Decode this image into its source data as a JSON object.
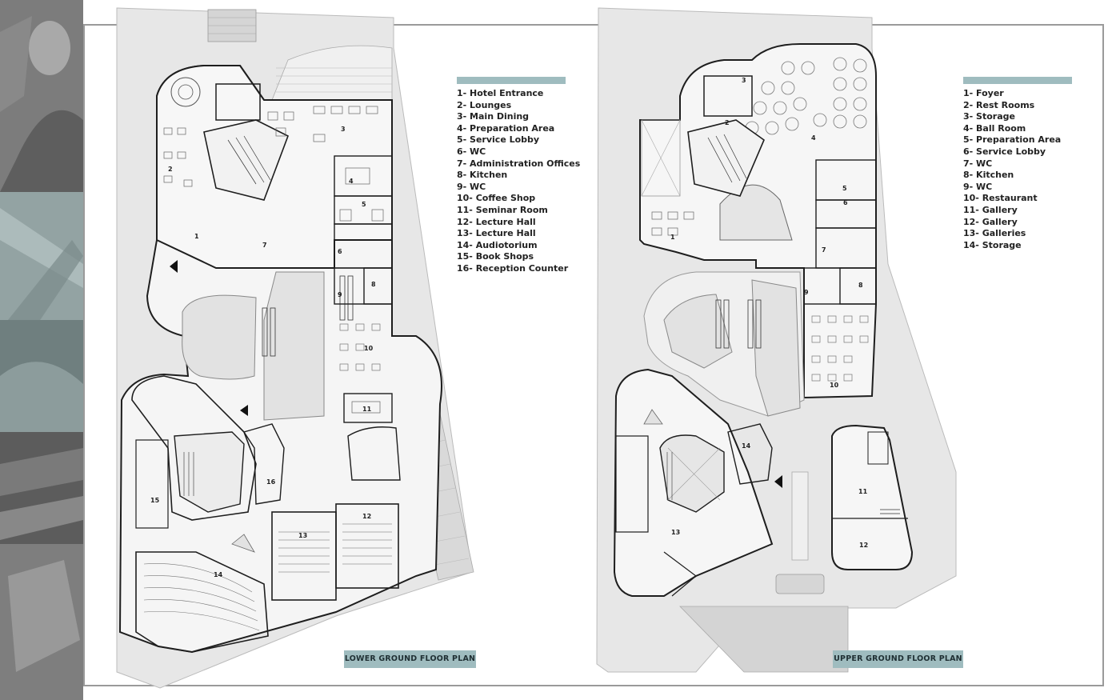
{
  "lower_plan": {
    "title": "LOWER GROUND FLOOR PLAN",
    "legend": [
      "1- Hotel Entrance",
      "2- Lounges",
      "3- Main Dining",
      "4- Preparation Area",
      "5- Service Lobby",
      "6- WC",
      "7- Administration Offices",
      "8- Kitchen",
      "9- WC",
      "10- Coffee Shop",
      "11- Seminar Room",
      "12- Lecture Hall",
      "13- Lecture Hall",
      "14- Audiotorium",
      "15- Book Shops",
      "16- Reception Counter"
    ],
    "room_numbers": [
      "1",
      "2",
      "3",
      "4",
      "5",
      "6",
      "7",
      "8",
      "9",
      "10",
      "11",
      "12",
      "13",
      "14",
      "15",
      "16"
    ]
  },
  "upper_plan": {
    "title": "UPPER GROUND FLOOR PLAN",
    "legend": [
      "1- Foyer",
      "2- Rest Rooms",
      "3- Storage",
      "4- Ball Room",
      "5- Preparation Area",
      "6- Service Lobby",
      "7- WC",
      "8- Kitchen",
      "9- WC",
      "10- Restaurant",
      "11- Gallery",
      "12- Gallery",
      "13- Galleries",
      "14- Storage"
    ],
    "room_numbers": [
      "1",
      "2",
      "3",
      "4",
      "5",
      "6",
      "7",
      "8",
      "9",
      "10",
      "11",
      "12",
      "13",
      "14"
    ]
  },
  "colors": {
    "accent": "#9fbcbf",
    "frame": "#9a9a9a",
    "site_fill": "#e6e6e6",
    "building_fill": "#f4f4f4",
    "wall": "#1e1e1e"
  }
}
